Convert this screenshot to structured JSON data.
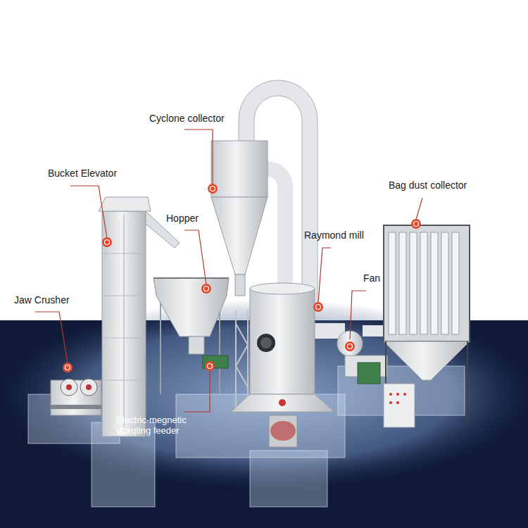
{
  "diagram": {
    "labels": [
      "Cyclone collector",
      "Bucket Elevator",
      "Hopper",
      "Raymond mill",
      "Bag dust collector",
      "Fan",
      "Jaw Crusher",
      "Electric-megnetic vibrqting feeder"
    ]
  }
}
